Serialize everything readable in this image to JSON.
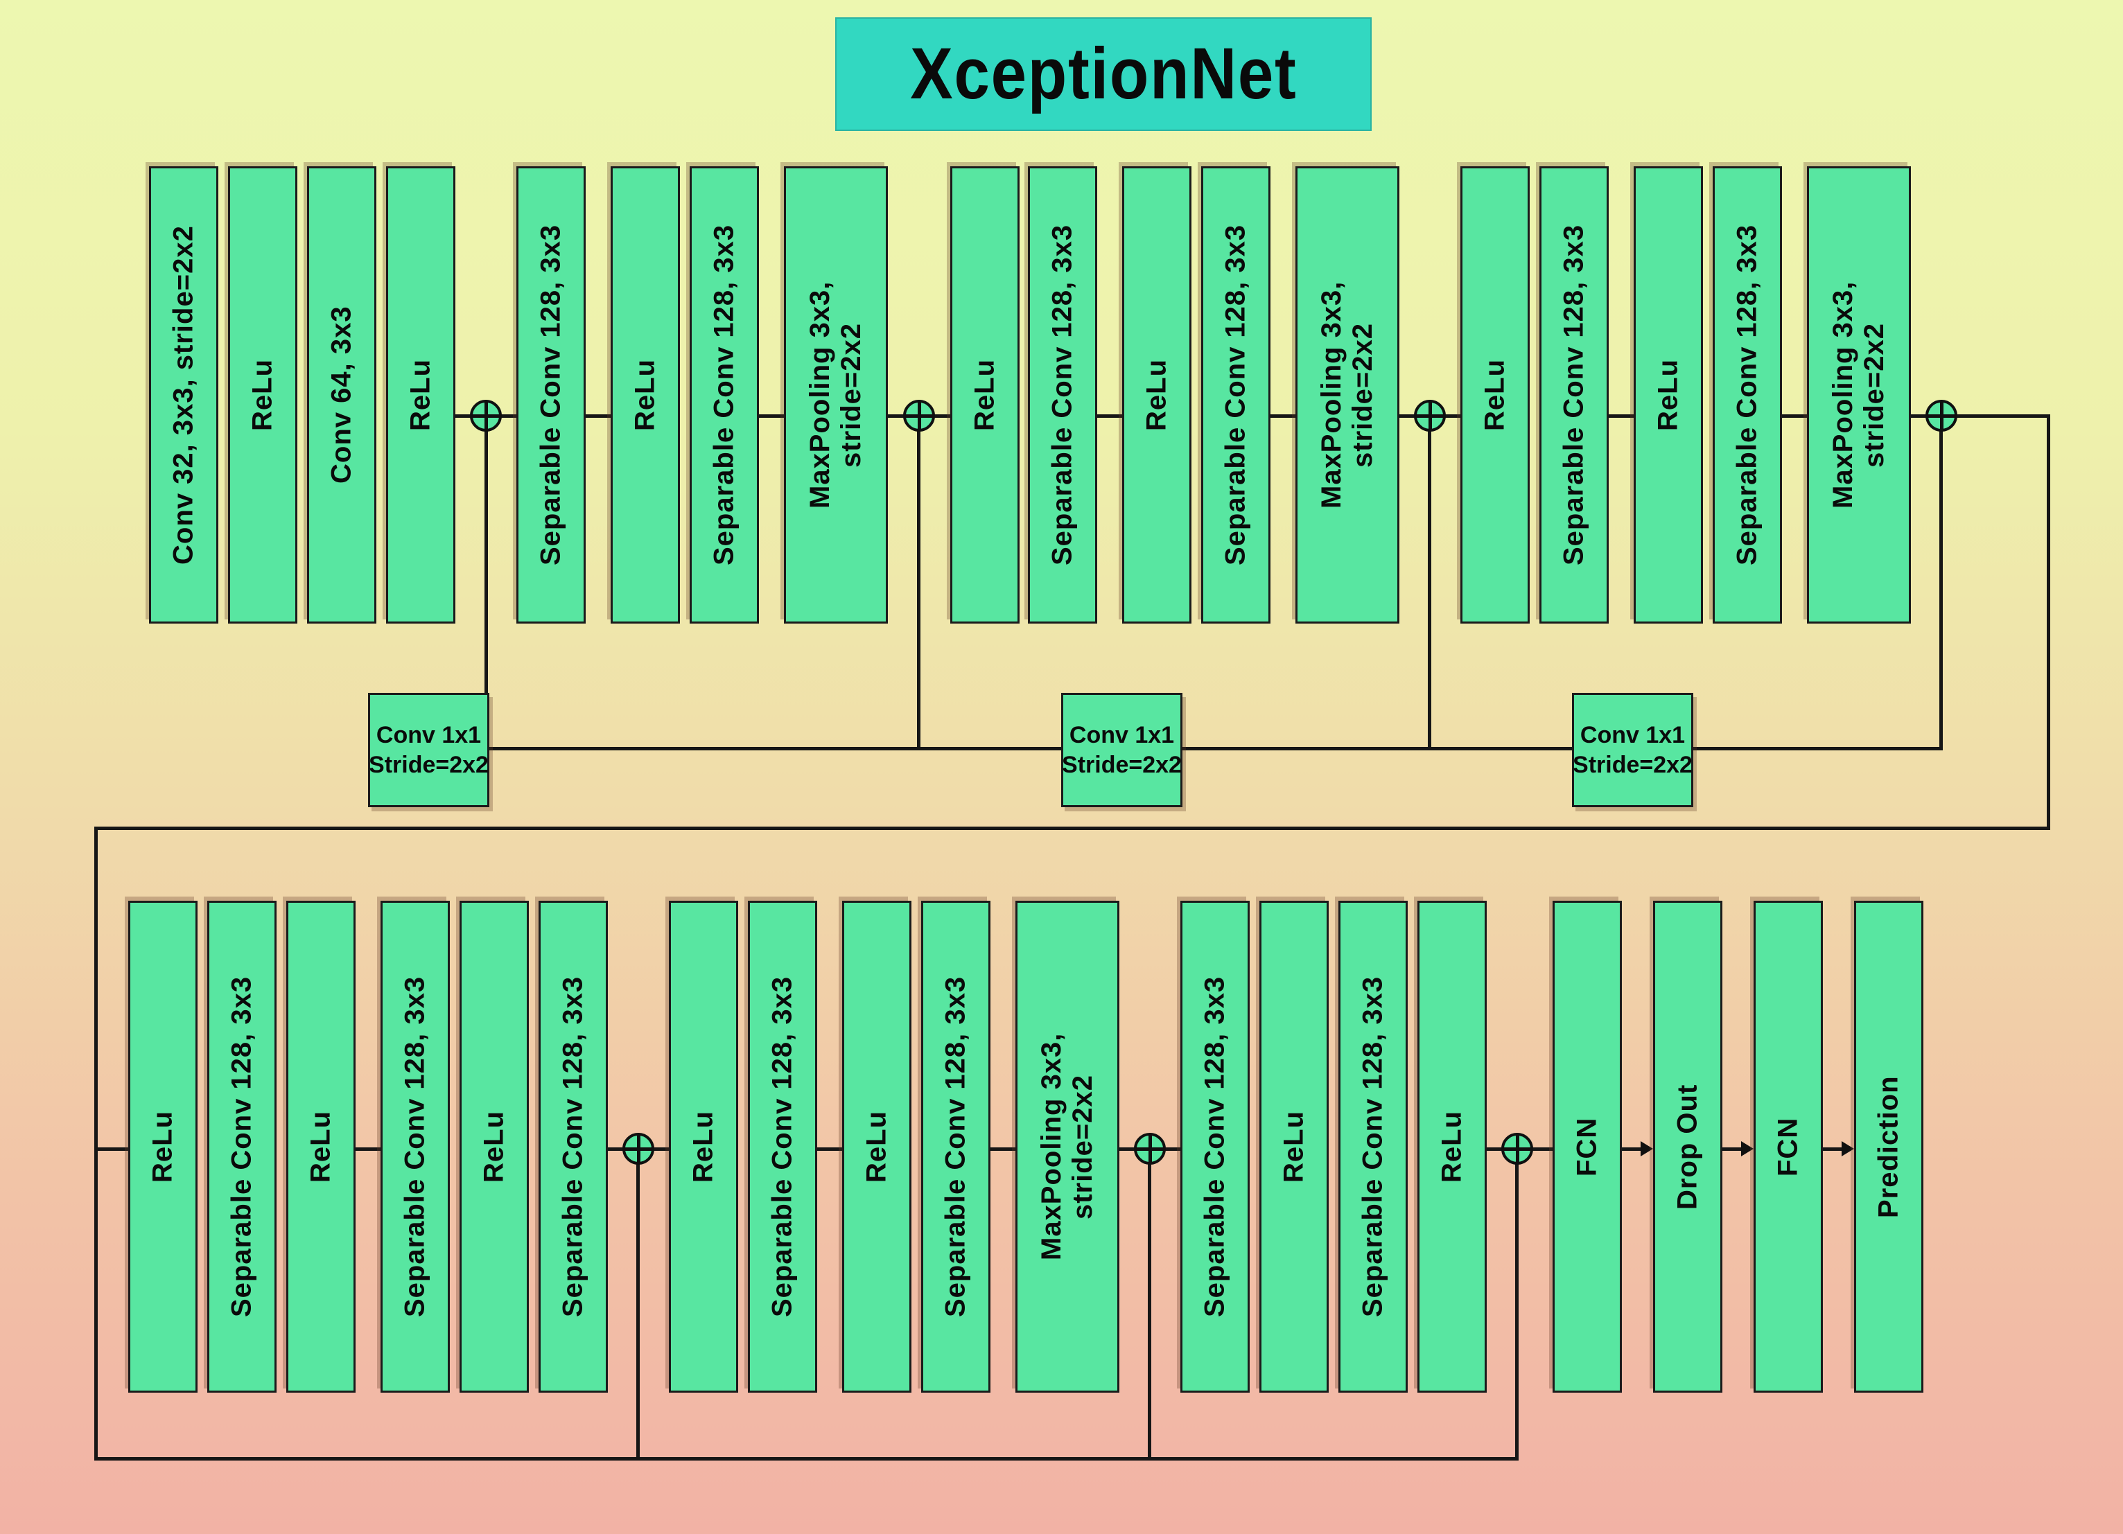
{
  "title": "XceptionNet",
  "colors": {
    "background_top": "#edf7b0",
    "background_bottom": "#f2b2a5",
    "block_fill": "#58e6a1",
    "block_border": "#1b1b1b",
    "title_fill": "#32d8c1",
    "line": "#161616"
  },
  "top_row": {
    "blocks": [
      {
        "label": "Conv 32, 3x3, stride=2x2"
      },
      {
        "label": "ReLu"
      },
      {
        "label": "Conv 64, 3x3"
      },
      {
        "label": "ReLu"
      },
      {
        "label": "Separable Conv 128, 3x3"
      },
      {
        "label": "ReLu"
      },
      {
        "label": "Separable Conv 128, 3x3"
      },
      {
        "label": "MaxPooling 3x3,\nstride=2x2"
      },
      {
        "label": "ReLu"
      },
      {
        "label": "Separable Conv 128, 3x3"
      },
      {
        "label": "ReLu"
      },
      {
        "label": "Separable Conv 128, 3x3"
      },
      {
        "label": "MaxPooling 3x3,\nstride=2x2"
      },
      {
        "label": "ReLu"
      },
      {
        "label": "Separable Conv 128, 3x3"
      },
      {
        "label": "ReLu"
      },
      {
        "label": "Separable Conv 128, 3x3"
      },
      {
        "label": "MaxPooling 3x3,\nstride=2x2"
      }
    ]
  },
  "skip_boxes": [
    {
      "label": "Conv 1x1\nStride=2x2"
    },
    {
      "label": "Conv 1x1\nStride=2x2"
    },
    {
      "label": "Conv 1x1\nStride=2x2"
    }
  ],
  "bottom_row": {
    "blocks": [
      {
        "label": "ReLu"
      },
      {
        "label": "Separable Conv 128, 3x3"
      },
      {
        "label": "ReLu"
      },
      {
        "label": "Separable Conv 128, 3x3"
      },
      {
        "label": "ReLu"
      },
      {
        "label": "Separable Conv 128, 3x3"
      },
      {
        "label": "ReLu"
      },
      {
        "label": "Separable Conv 128, 3x3"
      },
      {
        "label": "ReLu"
      },
      {
        "label": "Separable Conv 128, 3x3"
      },
      {
        "label": "MaxPooling 3x3,\nstride=2x2"
      },
      {
        "label": "Separable Conv 128, 3x3"
      },
      {
        "label": "ReLu"
      },
      {
        "label": "Separable Conv 128, 3x3"
      },
      {
        "label": "ReLu"
      },
      {
        "label": "FCN"
      },
      {
        "label": "Drop Out"
      },
      {
        "label": "FCN"
      },
      {
        "label": "Prediction"
      }
    ]
  }
}
